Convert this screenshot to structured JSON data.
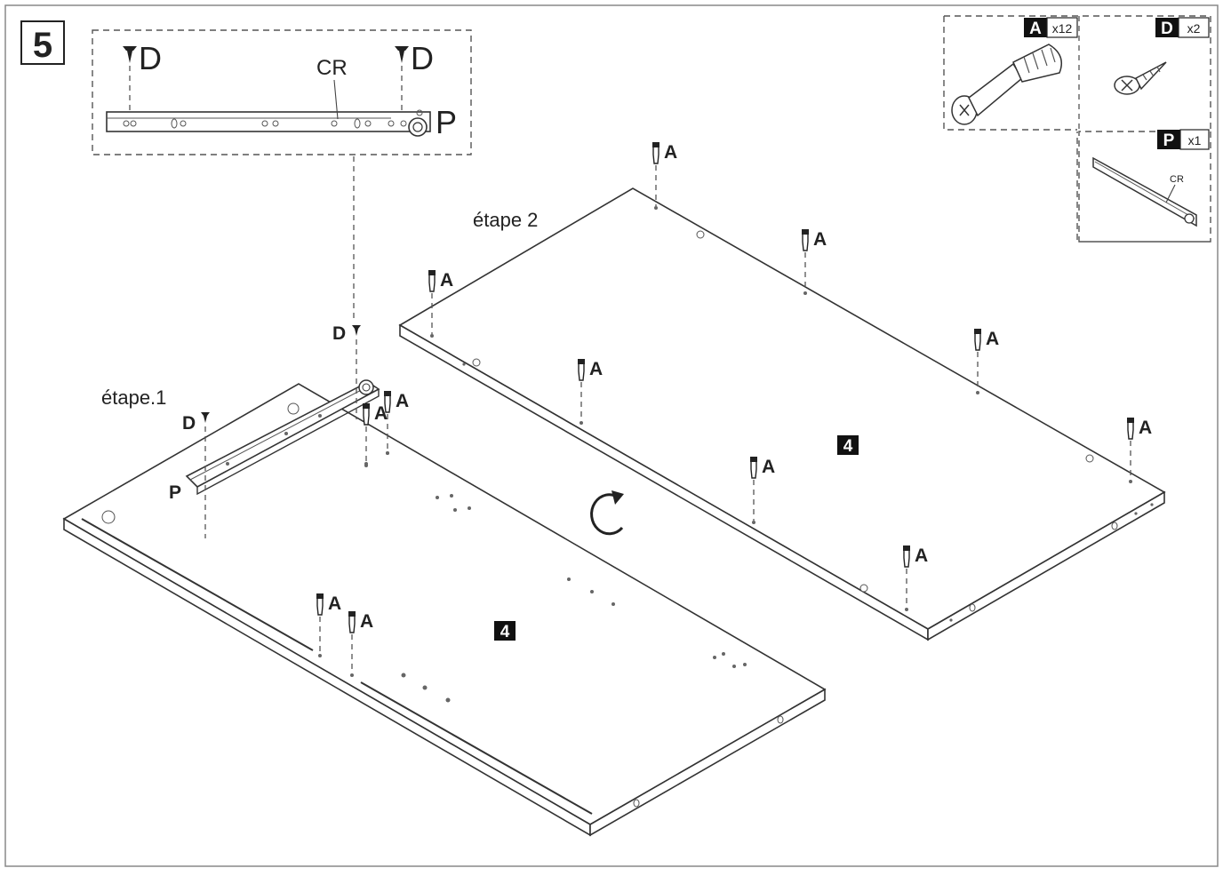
{
  "step": {
    "number": "5"
  },
  "detail": {
    "screw_label": "D",
    "cr_label": "CR",
    "part_label": "P"
  },
  "stages": {
    "stage1": "étape.1",
    "stage2": "étape  2"
  },
  "parts_list": [
    {
      "code": "A",
      "qty": "x12"
    },
    {
      "code": "D",
      "qty": "x2"
    },
    {
      "code": "P",
      "qty": "x1"
    }
  ],
  "part_p_sub_label": "CR",
  "panel_number": "4",
  "callouts": {
    "A": "A",
    "D": "D",
    "P": "P"
  },
  "icons": {
    "rotate": "rotate-arrow-icon"
  }
}
